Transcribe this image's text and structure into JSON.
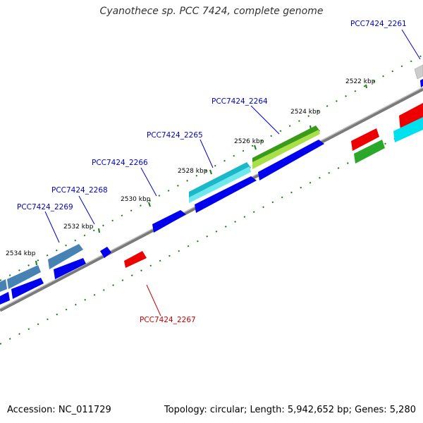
{
  "title": "Cyanothece sp. PCC 7424, complete genome",
  "footer": {
    "accession": "Accession: NC_011729",
    "topology": "Topology: circular; Length: 5,942,652 bp; Genes: 5,280"
  },
  "tick_labels": [
    "2522 kbp",
    "2524 kbp",
    "2526 kbp",
    "2528 kbp",
    "2530 kbp",
    "2532 kbp",
    "2534 kbp"
  ],
  "gene_labels": [
    {
      "text": "PCC7424_2261",
      "color": "#0000cc"
    },
    {
      "text": "PCC7424_2264",
      "color": "#0000cc"
    },
    {
      "text": "PCC7424_2265",
      "color": "#0000cc"
    },
    {
      "text": "PCC7424_2266",
      "color": "#0000cc"
    },
    {
      "text": "PCC7424_2268",
      "color": "#0000cc"
    },
    {
      "text": "PCC7424_2269",
      "color": "#0000cc"
    },
    {
      "text": "PCC7424_2267",
      "color": "#cc0000"
    }
  ],
  "colors": {
    "forward_strand": "#0000ee",
    "reverse_strand": "#ee0000",
    "backbone": "#888888",
    "tick": "#1a7a1a"
  }
}
